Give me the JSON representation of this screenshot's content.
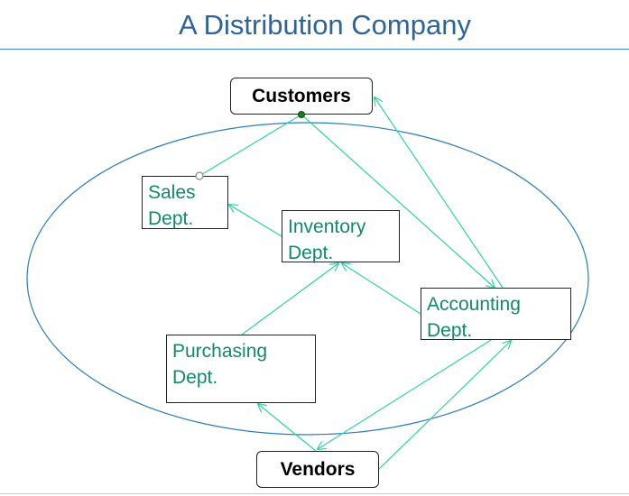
{
  "title": "A Distribution Company",
  "nodes": {
    "customers": "Customers",
    "vendors": "Vendors",
    "sales": [
      "Sales",
      "Dept."
    ],
    "inventory": [
      "Inventory",
      "Dept."
    ],
    "accounting": [
      "Accounting",
      "Dept."
    ],
    "purchasing": [
      "Purchasing",
      "Dept."
    ]
  },
  "colors": {
    "title": "#2e6496",
    "boundary": "#2b7db5",
    "arrow": "#2ed3a0",
    "dept_text": "#118a6a"
  }
}
